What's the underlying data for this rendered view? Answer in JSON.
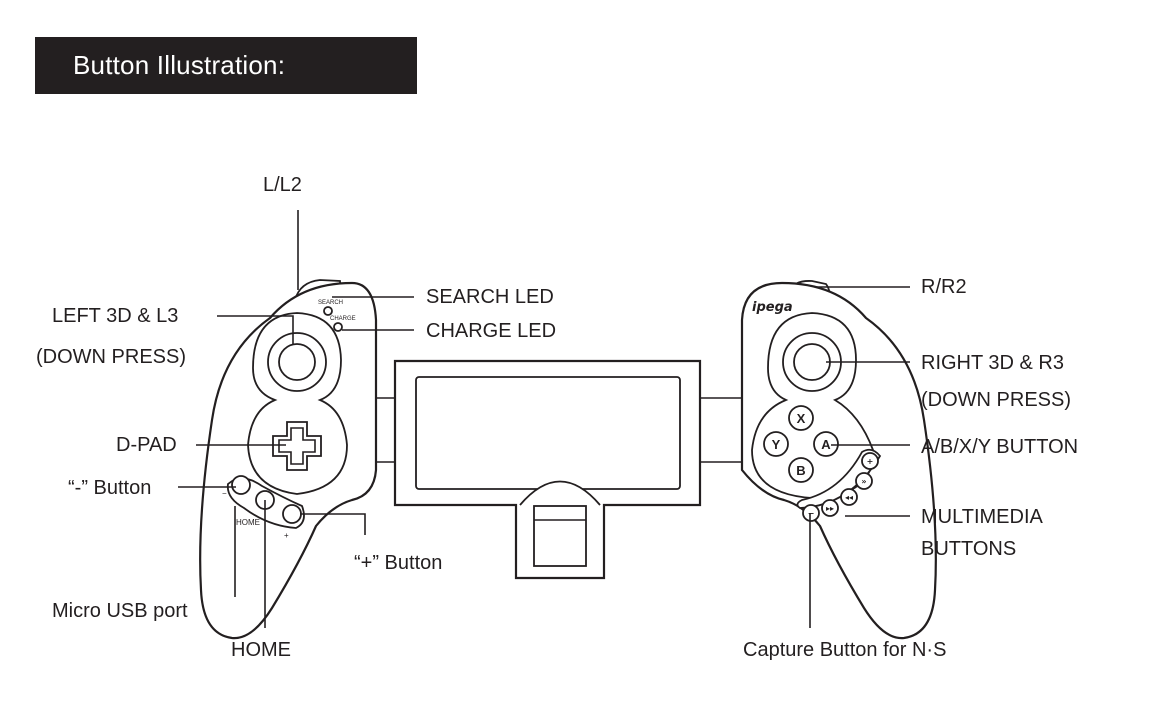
{
  "header": {
    "title": "Button Illustration:"
  },
  "colors": {
    "ink": "#231f20",
    "header_bg": "#231f20",
    "header_text": "#ffffff",
    "paper": "#ffffff"
  },
  "device": {
    "logo": "ipega",
    "led_labels": {
      "search": "SEARCH",
      "charge": "CHARGE"
    },
    "small_labels": {
      "minus": "−",
      "home": "HOME",
      "plus": "+"
    },
    "face_buttons": {
      "x": "X",
      "y": "Y",
      "a": "A",
      "b": "B"
    },
    "multimedia_glyphs": [
      "+",
      "»",
      "◂◂",
      "▸▸",
      "≈",
      "−"
    ]
  },
  "callouts": {
    "l_l2": "L/L2",
    "r_r2": "R/R2",
    "search_led": "SEARCH LED",
    "charge_led": "CHARGE LED",
    "left_3d_line1": "LEFT 3D & L3",
    "left_3d_line2": "(DOWN PRESS)",
    "right_3d_line1": "RIGHT 3D & R3",
    "right_3d_line2": "(DOWN PRESS)",
    "d_pad": "D-PAD",
    "abxy": "A/B/X/Y  BUTTON",
    "minus_button": "“-” Button",
    "plus_button": "“+” Button",
    "multimedia_line1": "MULTIMEDIA",
    "multimedia_line2": "BUTTONS",
    "micro_usb": "Micro USB port",
    "home": "HOME",
    "capture": "Capture Button for N·S"
  }
}
